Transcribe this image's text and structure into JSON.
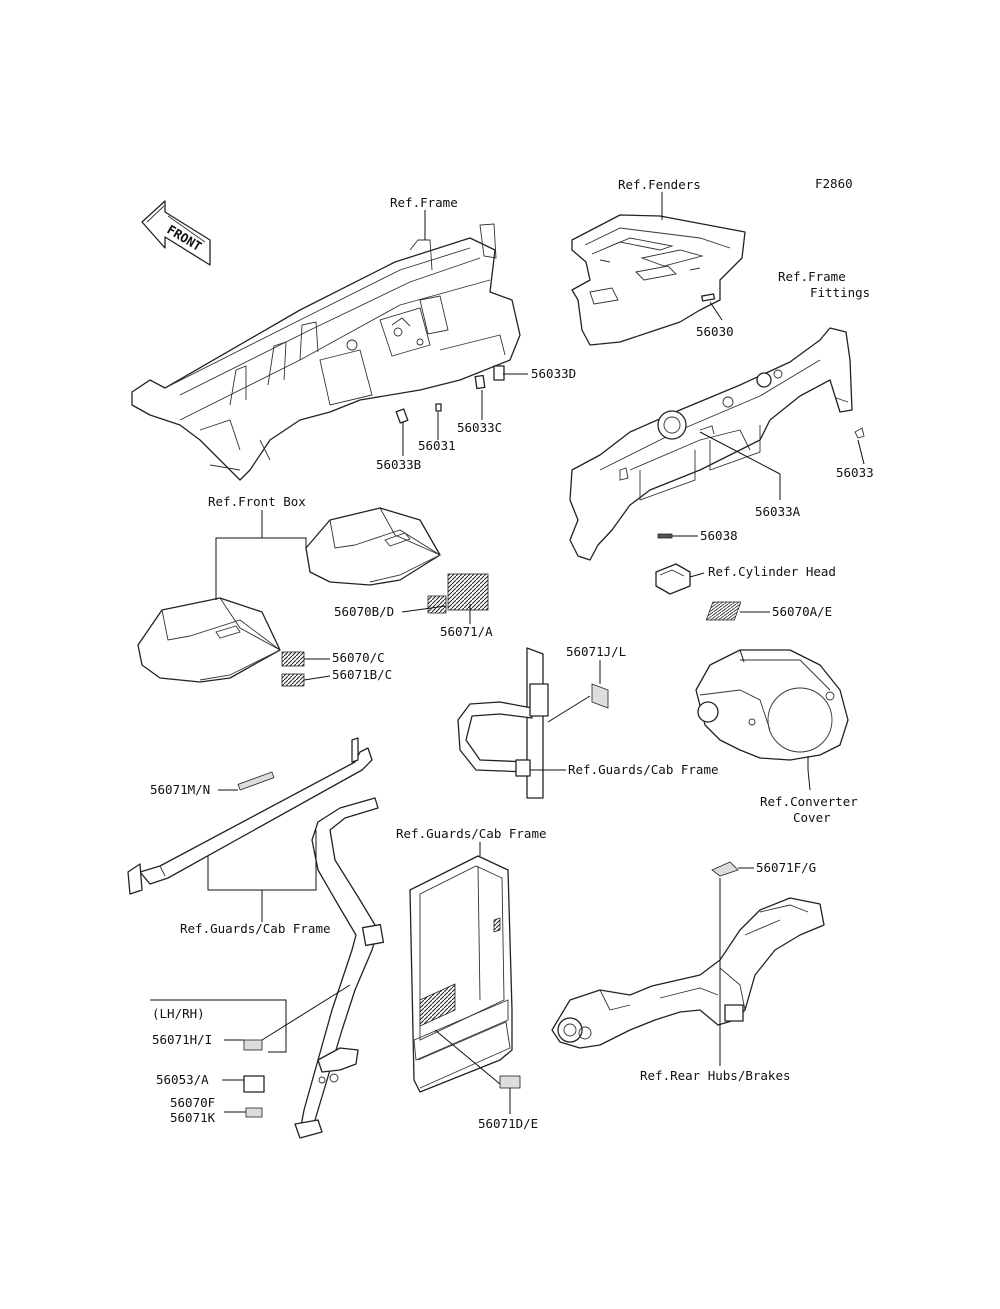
{
  "figure_code": "F2860",
  "front_arrow_label": "FRONT",
  "refs": {
    "frame": "Ref.Frame",
    "fenders": "Ref.Fenders",
    "frame_fittings_line1": "Ref.Frame",
    "frame_fittings_line2": "Fittings",
    "front_box": "Ref.Front Box",
    "cylinder_head": "Ref.Cylinder Head",
    "converter_cover_line1": "Ref.Converter",
    "converter_cover_line2": "Cover",
    "guards_cab_frame_1": "Ref.Guards/Cab Frame",
    "guards_cab_frame_2": "Ref.Guards/Cab Frame",
    "guards_cab_frame_3": "Ref.Guards/Cab Frame",
    "rear_hubs_brakes": "Ref.Rear Hubs/Brakes"
  },
  "parts": {
    "p56030": "56030",
    "p56033D": "56033D",
    "p56033C": "56033C",
    "p56031": "56031",
    "p56033B": "56033B",
    "p56033": "56033",
    "p56033A": "56033A",
    "p56038": "56038",
    "p56070A_E": "56070A/E",
    "p56070B_D": "56070B/D",
    "p56071_A": "56071/A",
    "p56070_C": "56070/C",
    "p56071B_C": "56071B/C",
    "p56071J_L": "56071J/L",
    "p56071M_N": "56071M/N",
    "p56071F_G": "56071F/G",
    "lh_rh": "(LH/RH)",
    "p56071H_I": "56071H/I",
    "p56053_A": "56053/A",
    "p56070F": "56070F",
    "p56071K": "56071K",
    "p56071D_E": "56071D/E"
  }
}
